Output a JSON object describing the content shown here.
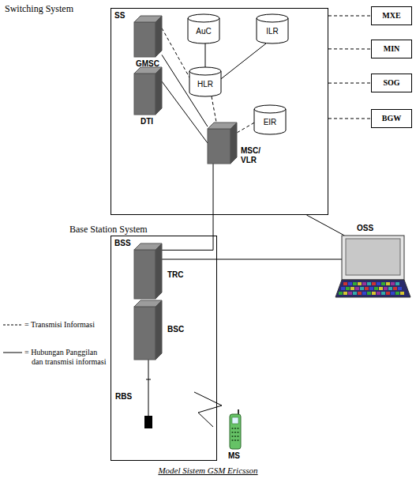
{
  "diagram": {
    "caption": "Model Sistem GSM Ericsson",
    "nodes": [
      {
        "text": [
          "Switching System",
          "SS"
        ]
      },
      {
        "text": [
          "GMSC"
        ],
        "in": 0
      },
      {
        "text": [
          "AuC"
        ],
        "in": 0
      },
      {
        "text": [
          "ILR"
        ],
        "in": 0
      },
      {
        "text": [
          "HLR"
        ],
        "in": 0
      },
      {
        "text": [
          "DTI"
        ],
        "in": 0
      },
      {
        "text": [
          "EIR"
        ],
        "in": 0
      },
      {
        "text": [
          "MSC/ VLR"
        ],
        "in": 0
      },
      {
        "text": [
          "MXE"
        ]
      },
      {
        "text": [
          "MIN"
        ]
      },
      {
        "text": [
          "SOG"
        ]
      },
      {
        "text": [
          "BGW"
        ]
      },
      {
        "text": [
          "Base Station System",
          "BSS"
        ]
      },
      {
        "text": [
          "TRC"
        ],
        "in": 12
      },
      {
        "text": [
          "BSC"
        ],
        "in": 12
      },
      {
        "text": [
          "RBS"
        ],
        "in": 12
      },
      {
        "text": [
          "OSS"
        ]
      },
      {
        "text": [
          "MS"
        ]
      }
    ],
    "edges": [
      {
        "from": 1,
        "to": 4,
        "arrow": "none"
      },
      {
        "from": 1,
        "to": 7,
        "arrow": "none"
      },
      {
        "from": 5,
        "to": 7,
        "arrow": "none"
      },
      {
        "from": 4,
        "to": 7,
        "arrow": "none"
      },
      {
        "from": 2,
        "to": 4,
        "arrow": "none"
      },
      {
        "from": 3,
        "to": 4,
        "arrow": "none"
      },
      {
        "from": 6,
        "to": 7,
        "arrow": "none"
      },
      {
        "from": 7,
        "to": 13,
        "arrow": "none"
      },
      {
        "from": 0,
        "to": 16,
        "arrow": "none"
      },
      {
        "from": 13,
        "to": 16,
        "arrow": "none"
      },
      {
        "from": 14,
        "to": 15,
        "arrow": "none"
      },
      {
        "from": 0,
        "to": 8,
        "arrow": "none"
      },
      {
        "from": 0,
        "to": 9,
        "arrow": "none"
      },
      {
        "from": 0,
        "to": 10,
        "arrow": "none"
      },
      {
        "from": 0,
        "to": 11,
        "arrow": "none"
      }
    ],
    "legend": [
      {
        "text": "= Transmisi Informasi"
      },
      {
        "text": "= Hubungan Panggilan dan transmisi informasi"
      }
    ]
  }
}
